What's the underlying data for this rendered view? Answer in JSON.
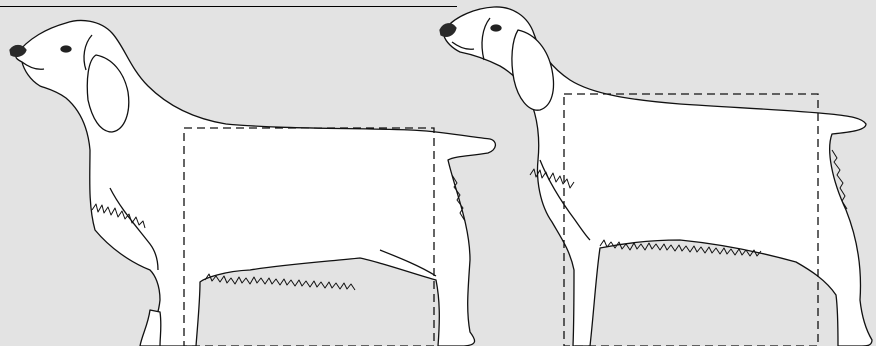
{
  "figure": {
    "background_color": "#e3e3e3",
    "outline_color": "#111111",
    "fill_color": "#ffffff",
    "nose_color": "#2a2a2a",
    "panels": [
      {
        "id": "left",
        "subject": "spaniel-side-profile",
        "proportion_box": "dashed-rectangle"
      },
      {
        "id": "right",
        "subject": "spaniel-side-profile",
        "proportion_box": "dashed-rectangle"
      }
    ]
  }
}
